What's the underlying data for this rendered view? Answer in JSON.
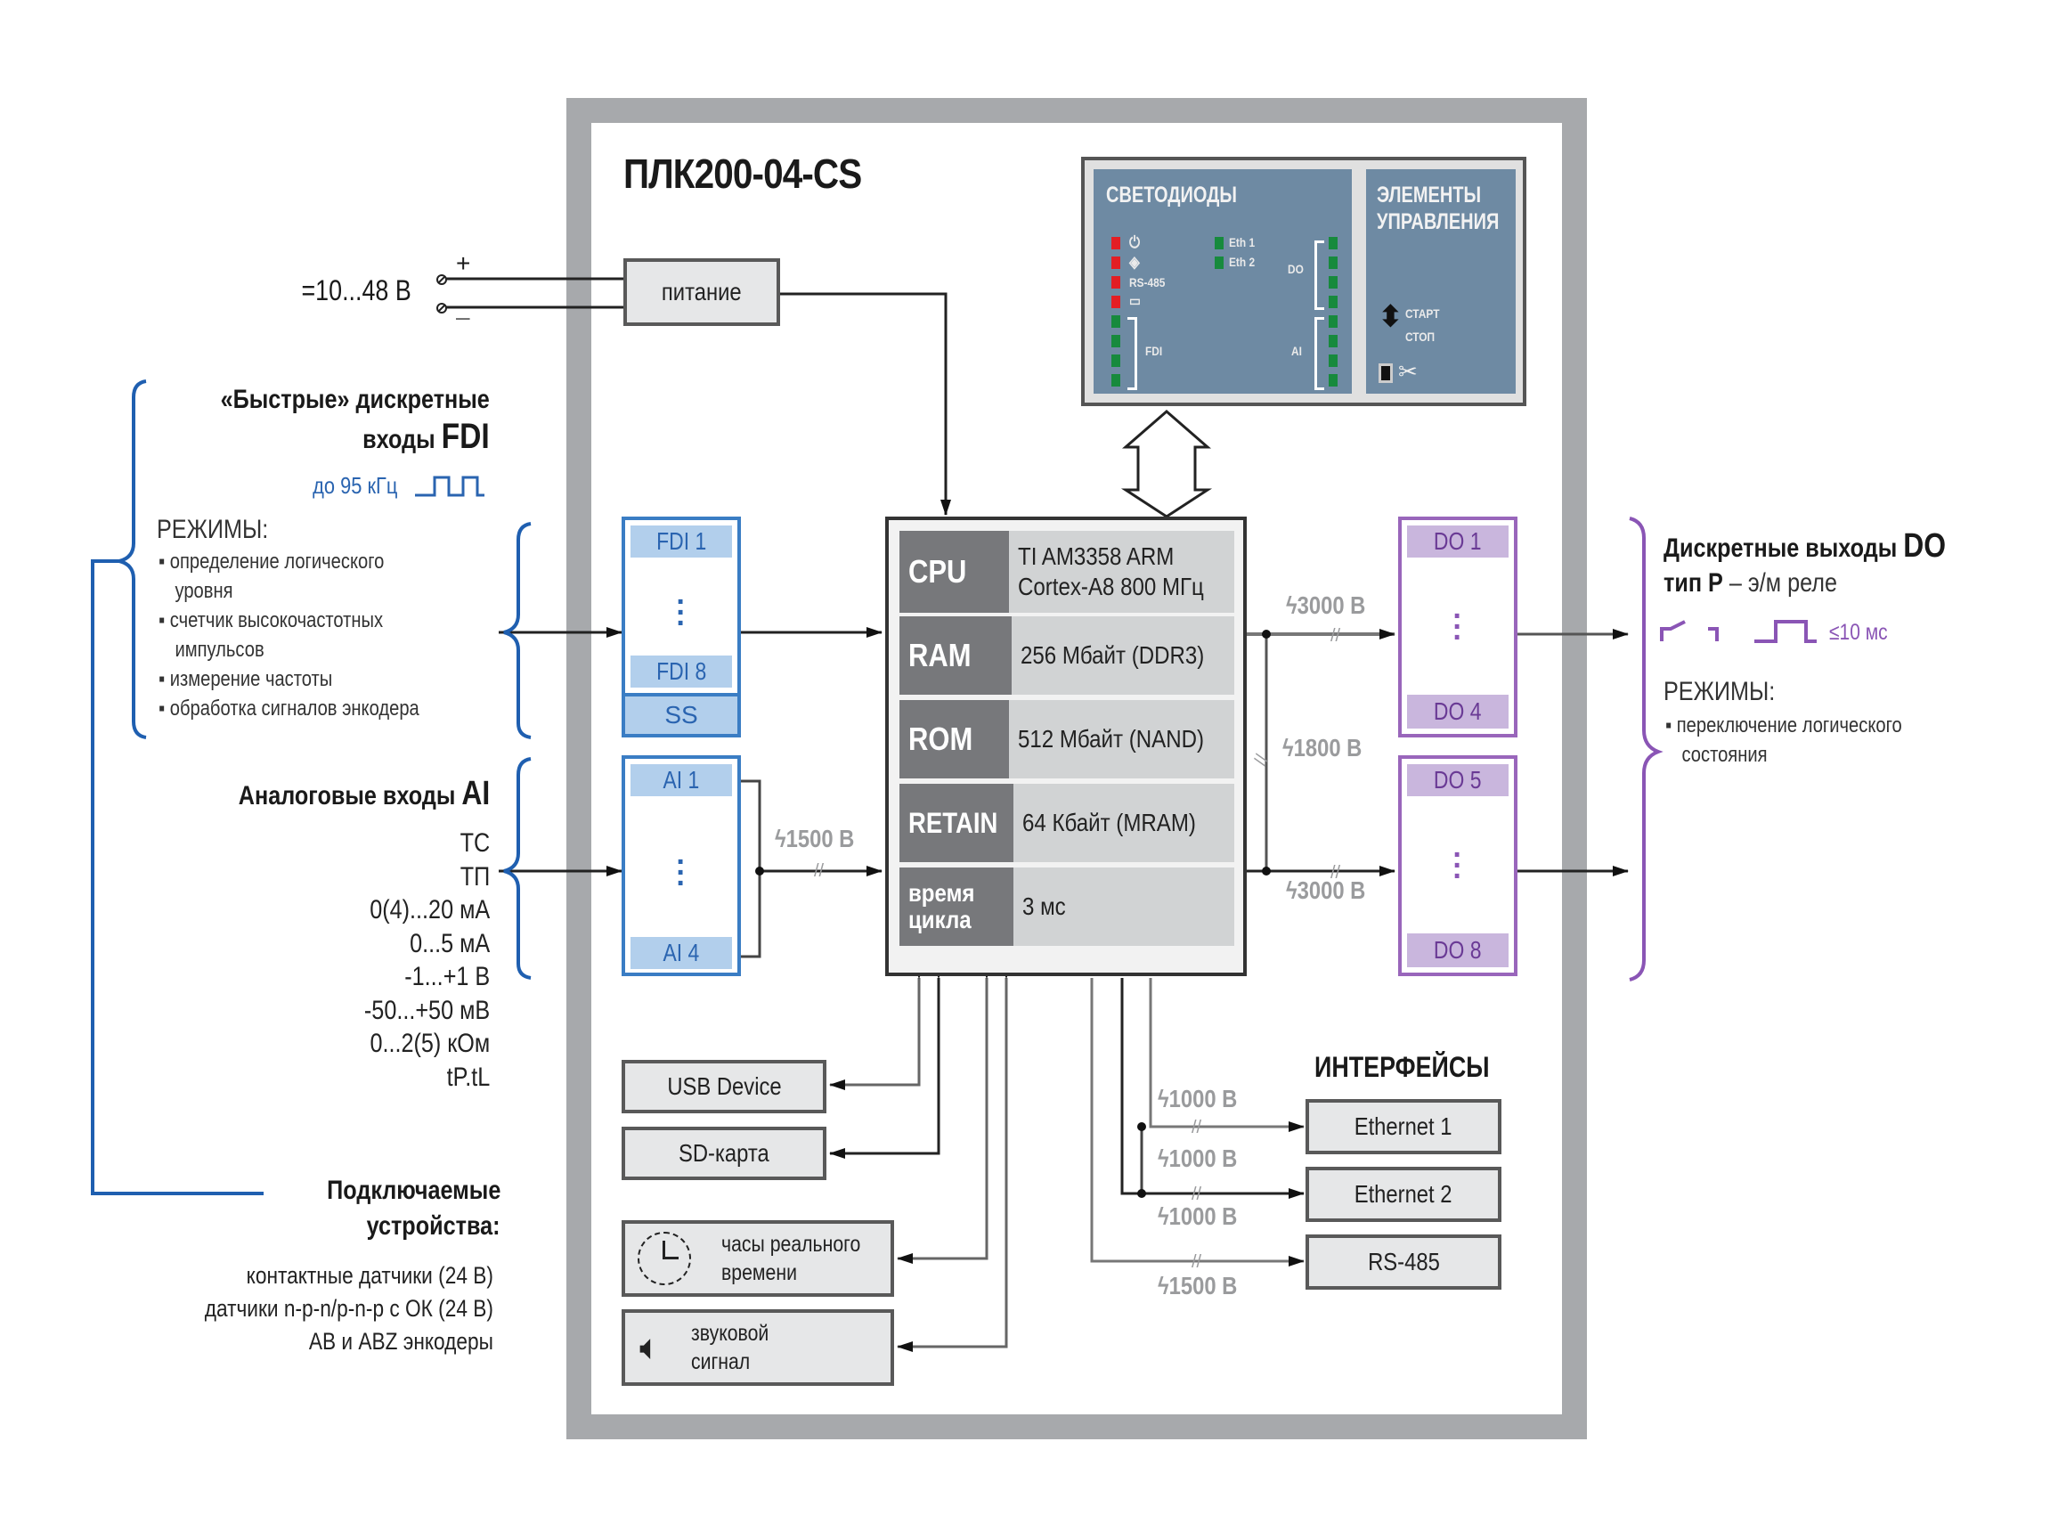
{
  "device": {
    "title": "ПЛК200-04-CS"
  },
  "power": {
    "supply_label": "=10...48 В",
    "plus": "+",
    "minus": "–",
    "block_label": "питание"
  },
  "led_panel": {
    "leds_title": "СВЕТОДИОДЫ",
    "controls_title_line1": "ЭЛЕМЕНТЫ",
    "controls_title_line2": "УПРАВЛЕНИЯ",
    "status_leds": [
      {
        "icon": "power-icon",
        "label": "",
        "color": "#e31e24"
      },
      {
        "icon": "network-icon",
        "label": "",
        "color": "#e31e24"
      },
      {
        "icon": "",
        "label": "RS-485",
        "color": "#e31e24"
      },
      {
        "icon": "battery-icon",
        "label": "",
        "color": "#e31e24"
      }
    ],
    "eth_leds": [
      "Eth 1",
      "Eth 2"
    ],
    "fdi_group_label": "FDI",
    "do_group_label": "DO",
    "ai_group_label": "AI",
    "led_green": "#178a3d",
    "start_label": "СТАРТ",
    "stop_label": "СТОП"
  },
  "cpu_block": {
    "rows": [
      {
        "key": "CPU",
        "value_line1": "TI AM3358 ARM",
        "value_line2": "Cortex-A8 800 МГц"
      },
      {
        "key": "RAM",
        "value_line1": "256 Мбайт (DDR3)",
        "value_line2": ""
      },
      {
        "key": "ROM",
        "value_line1": "512 Мбайт (NAND)",
        "value_line2": ""
      },
      {
        "key": "RETAIN",
        "value_line1": "64 Кбайт (MRAM)",
        "value_line2": ""
      },
      {
        "key_line1": "время",
        "key_line2": "цикла",
        "value_line1": "3 мс",
        "value_line2": ""
      }
    ]
  },
  "fdi": {
    "first": "FDI 1",
    "last": "FDI 8",
    "common": "SS",
    "heading_line1": "«Быстрые» дискретные",
    "heading_line2_prefix": "входы ",
    "heading_line2_bold": "FDI",
    "freq": "до 95 кГц",
    "modes_title": "РЕЖИМЫ:",
    "modes": [
      "определение логического уровня",
      "счетчик высокочастотных импульсов",
      "измерение частоты",
      "обработка сигналов энкодера"
    ],
    "modes_lines": [
      "▪ определение логического",
      "уровня",
      "▪ счетчик высокочастотных",
      "импульсов",
      "▪ измерение частоты",
      "▪ обработка сигналов энкодера"
    ]
  },
  "ai": {
    "first": "AI 1",
    "last": "AI 4",
    "isolation": "1500 В",
    "heading_prefix": "Аналоговые входы ",
    "heading_bold": "AI",
    "signals": [
      "ТС",
      "ТП",
      "0(4)...20 мА",
      "0...5 мА",
      "-1...+1 В",
      "-50...+50 мВ",
      "0...2(5) кОм",
      "tP.tL"
    ]
  },
  "connectable": {
    "heading_line1": "Подключаемые",
    "heading_line2": "устройства:",
    "items": [
      "контактные датчики (24 В)",
      "датчики n-p-n/p-n-p с ОК (24 В)",
      "АВ и ABZ энкодеры"
    ]
  },
  "do": {
    "group1_first": "DO 1",
    "group1_last": "DO 4",
    "group2_first": "DO 5",
    "group2_last": "DO 8",
    "isolation_group1": "3000 В",
    "isolation_between": "1800 В",
    "isolation_group2": "3000 В",
    "heading_prefix": "Дискретные выходы ",
    "heading_bold": "DO",
    "type_bold": "тип Р",
    "type_rest": " – э/м реле",
    "timing": "≤10 мс",
    "modes_title": "РЕЖИМЫ:",
    "modes_lines": [
      "▪ переключение логического",
      "состояния"
    ]
  },
  "peripherals": {
    "usb": "USB Device",
    "sd": "SD-карта",
    "rtc_line1": "часы реального",
    "rtc_line2": "времени",
    "buzzer_line1": "звуковой",
    "buzzer_line2": "сигнал"
  },
  "interfaces": {
    "title": "ИНТЕРФЕЙСЫ",
    "items": [
      {
        "label": "Ethernet 1",
        "isolation": "1000 В"
      },
      {
        "label": "Ethernet 2",
        "isolation": "1000 В"
      },
      {
        "label": "RS-485",
        "isolation": "1500 В"
      }
    ],
    "isolation_between_eth": "1000 В"
  },
  "colors": {
    "blue_accent": "#2a64b0",
    "purple_accent": "#8a55b5",
    "frame_gray": "#a7a9ac",
    "panel_blue": "#6e8aa3",
    "cpu_key_gray": "#77787b"
  }
}
